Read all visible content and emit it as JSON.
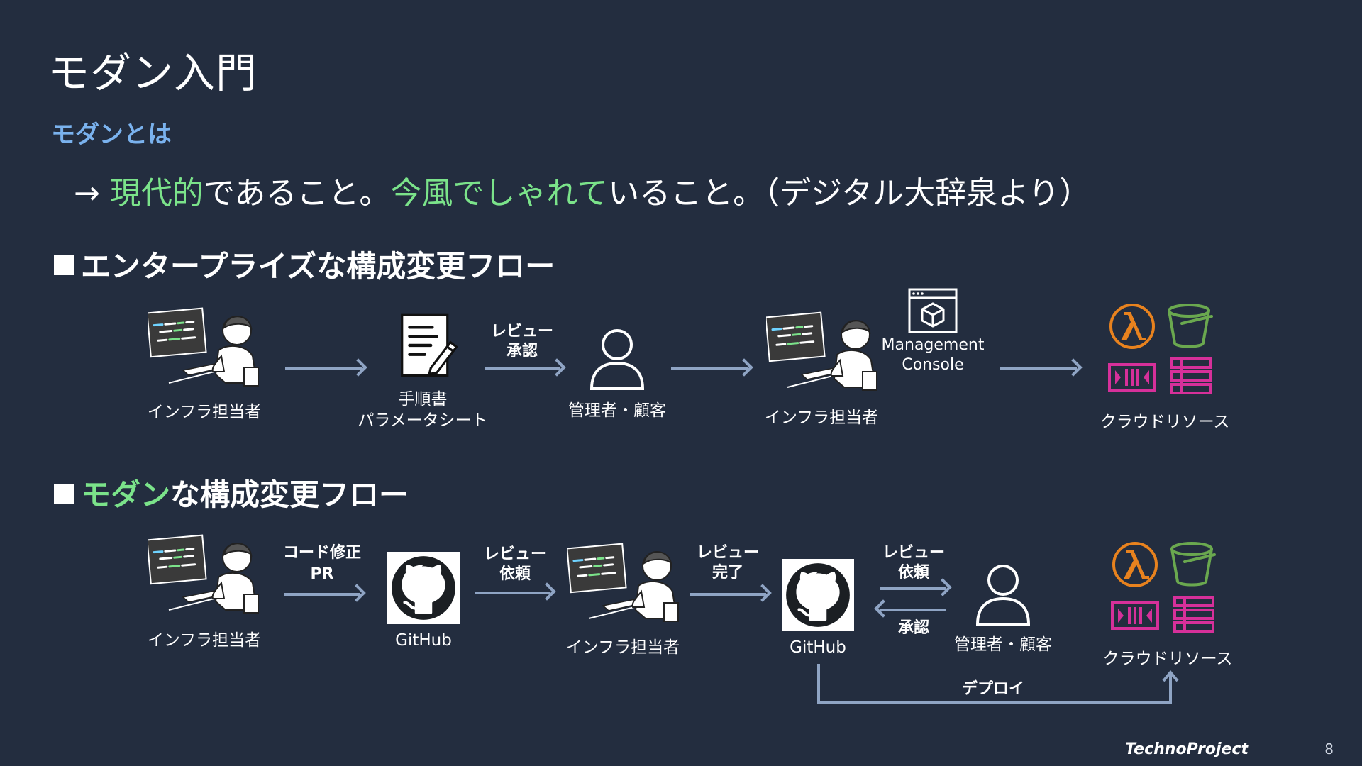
{
  "slide": {
    "title": "モダン入門",
    "subtitle": "モダンとは",
    "definition": {
      "arrow": "→",
      "part1_highlight": "現代的",
      "part2": "であること。",
      "part3_highlight": "今風でしゃれて",
      "part4": "いること。（デジタル大辞泉より）"
    },
    "footer_brand": "TechnoProject",
    "page_number": "8"
  },
  "enterprise": {
    "heading": "エンタープライズな構成変更フロー",
    "engineer_label": "インフラ担当者",
    "doc_label_1": "手順書",
    "doc_label_2": "パラメータシート",
    "review_label_1": "レビュー",
    "review_label_2": "承認",
    "admin_label": "管理者・顧客",
    "engineer2_label": "インフラ担当者",
    "console_label_1": "Management",
    "console_label_2": "Console",
    "cloud_label": "クラウドリソース"
  },
  "modern": {
    "heading_highlight": "モダン",
    "heading_rest": "な構成変更フロー",
    "engineer_label": "インフラ担当者",
    "pr_label_1": "コード修正",
    "pr_label_2": "PR",
    "github_label": "GitHub",
    "review_req_1": "レビュー",
    "review_req_2": "依頼",
    "engineer2_label": "インフラ担当者",
    "review_done_1": "レビュー",
    "review_done_2": "完了",
    "github2_label": "GitHub",
    "review_req2_1": "レビュー",
    "review_req2_2": "依頼",
    "approve_label": "承認",
    "admin_label": "管理者・顧客",
    "cloud_label": "クラウドリソース",
    "deploy_label": "デプロイ"
  },
  "colors": {
    "background": "#232d3f",
    "accent_green": "#7be38a",
    "accent_blue": "#7ab2ee",
    "arrow": "#8fa4c4",
    "lambda_orange": "#e8821e",
    "s3_green": "#6aa84f",
    "magenta": "#d6309a"
  }
}
